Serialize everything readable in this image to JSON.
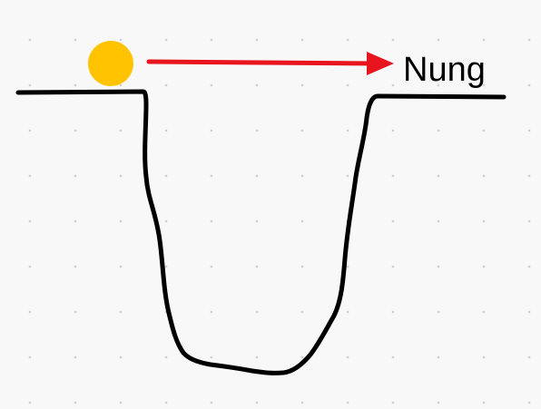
{
  "diagram": {
    "label": "Nung",
    "colors": {
      "background": "#f8f8f8",
      "grid_dot": "#d2d2d2",
      "ground_line": "#000000",
      "ball": "#FFC300",
      "arrow": "#E8141E"
    },
    "elements": {
      "ball": "yellow-circle",
      "arrow": "right-arrow",
      "ground": "hand-drawn-pit"
    }
  }
}
